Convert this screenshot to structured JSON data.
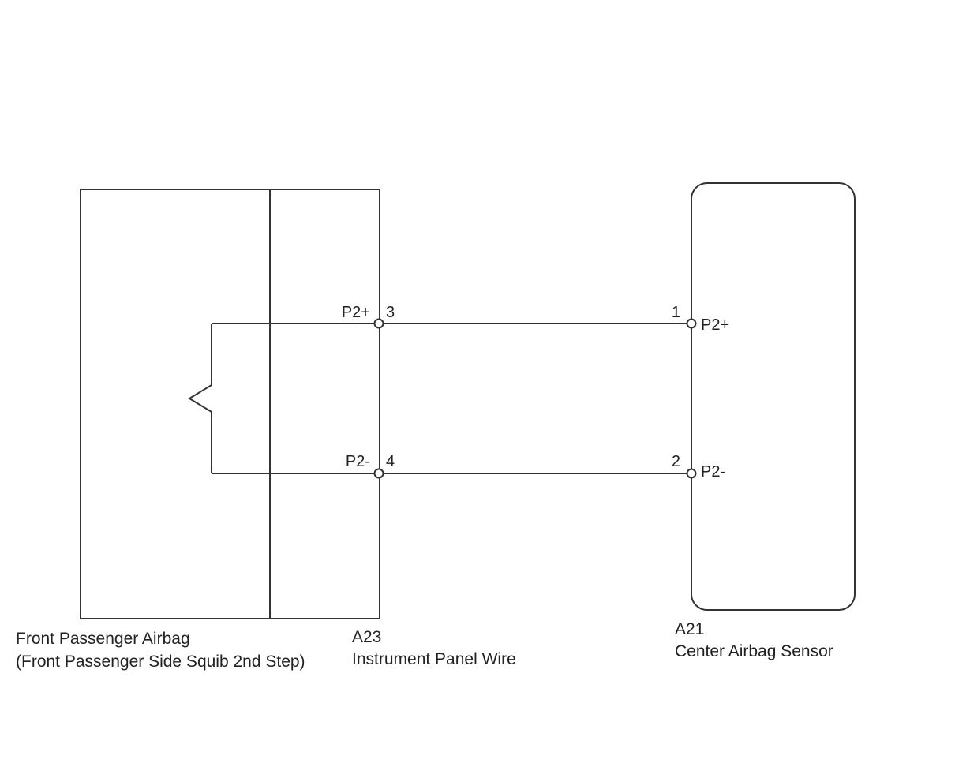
{
  "colors": {
    "line": "#333333",
    "text": "#222222",
    "background": "#ffffff"
  },
  "components": {
    "airbag": {
      "line1": "Front Passenger Airbag",
      "line2": "(Front Passenger Side Squib 2nd Step)"
    },
    "connector": {
      "code": "A23",
      "name": "Instrument Panel Wire"
    },
    "sensor": {
      "code": "A21",
      "name": "Center Airbag Sensor"
    }
  },
  "terminals": {
    "connector_p2_plus": {
      "signal": "P2+",
      "pin": "3"
    },
    "connector_p2_minus": {
      "signal": "P2-",
      "pin": "4"
    },
    "sensor_p2_plus": {
      "signal": "P2+",
      "pin": "1"
    },
    "sensor_p2_minus": {
      "signal": "P2-",
      "pin": "2"
    }
  }
}
